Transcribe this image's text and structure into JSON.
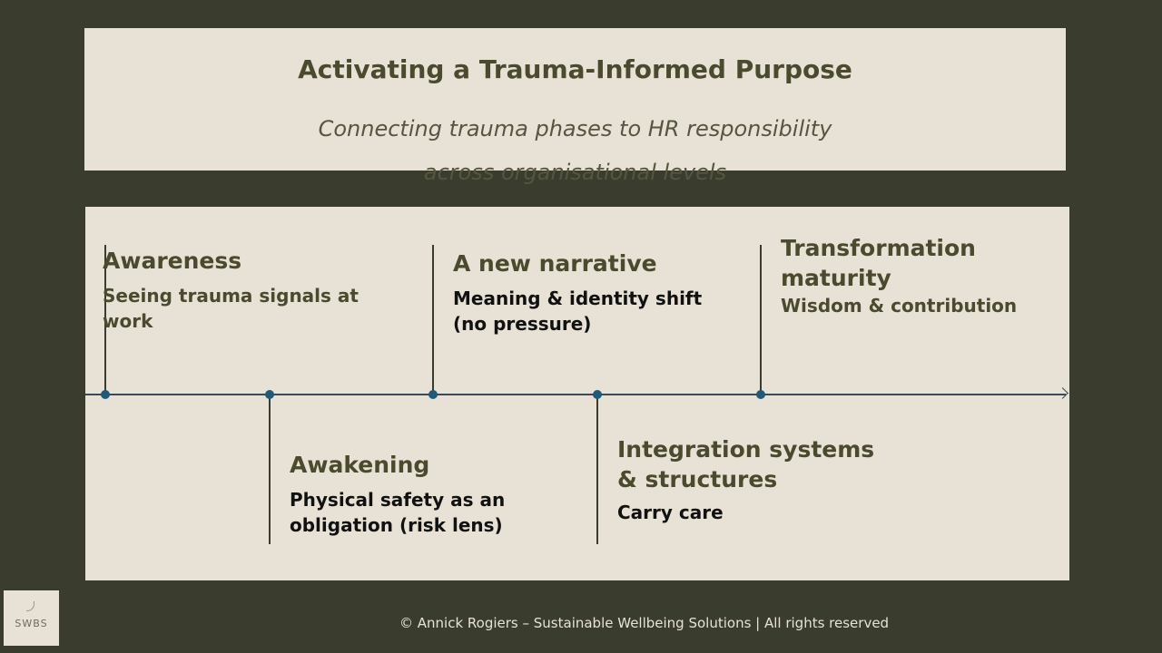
{
  "header": {
    "title": "Activating a Trauma-Informed Purpose",
    "subtitle_line1": "Connecting trauma phases to HR responsibility",
    "subtitle_line2": "across organisational levels"
  },
  "timeline": {
    "events": [
      {
        "title": "Awareness",
        "desc": "Seeing trauma signals at work"
      },
      {
        "title": "Awakening",
        "desc": "Physical safety as an obligation (risk lens)"
      },
      {
        "title": "A new narrative",
        "desc": "Meaning & identity shift (no pressure)"
      },
      {
        "title": "Integration systems & structures",
        "desc": "Carry care"
      },
      {
        "title": "Transformation maturity",
        "desc": "Wisdom & contribution"
      }
    ]
  },
  "logo": {
    "text": "SWBS"
  },
  "footer": "© Annick Rogiers – Sustainable Wellbeing Solutions | All rights reserved",
  "colors": {
    "background": "#3a3d2d",
    "panel": "#e8e2d6",
    "accent": "#1f5a7a",
    "heading": "#4a4a2e"
  }
}
